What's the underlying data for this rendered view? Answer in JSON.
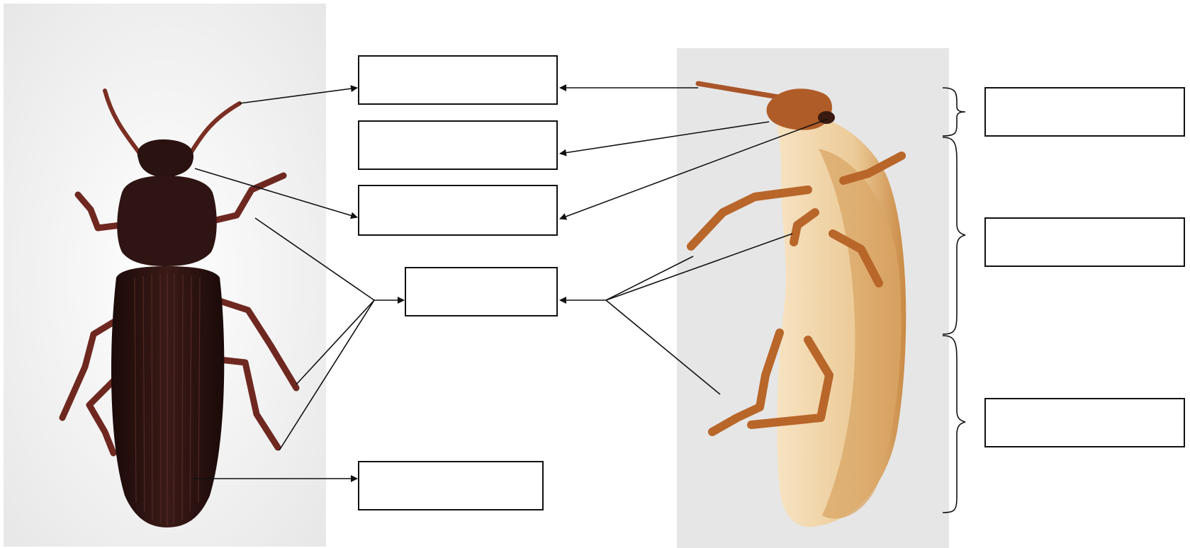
{
  "diagram": {
    "title": "",
    "left_specimen": {
      "view": "dorsal",
      "body_color": "#2b1210",
      "appendage_color": "#7a2f22",
      "photo_background": "#eeeeee"
    },
    "right_specimen": {
      "view": "lateral",
      "body_color": "#f0d2a3",
      "appendage_color": "#b8662a",
      "photo_background": "#e6e6e6"
    },
    "label_boxes": [
      {
        "id": "antenna-label",
        "text": ""
      },
      {
        "id": "mouthparts-label",
        "text": ""
      },
      {
        "id": "eye-label",
        "text": ""
      },
      {
        "id": "legs-label",
        "text": ""
      },
      {
        "id": "elytra-label",
        "text": ""
      },
      {
        "id": "head-region-label",
        "text": ""
      },
      {
        "id": "thorax-region-label",
        "text": ""
      },
      {
        "id": "abdomen-region-label",
        "text": ""
      }
    ],
    "line_color": "#111111"
  }
}
